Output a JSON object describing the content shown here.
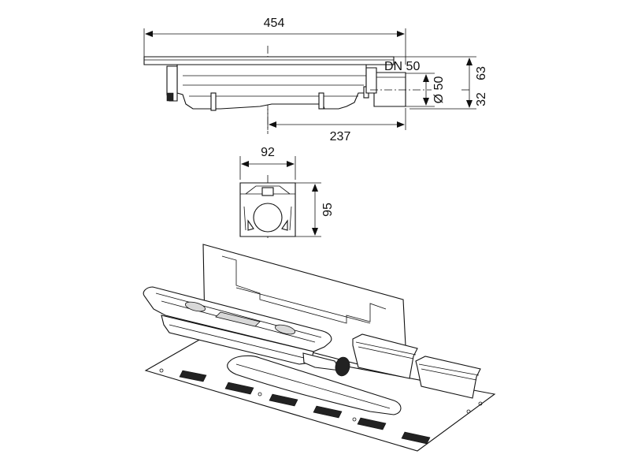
{
  "dimensions": {
    "overall_length": "454",
    "outlet_label": "DN 50",
    "outlet_diameter": "Ø 50",
    "total_height": "63",
    "outlet_height": "32",
    "outlet_offset": "237",
    "body_width": "92",
    "body_height": "95"
  }
}
